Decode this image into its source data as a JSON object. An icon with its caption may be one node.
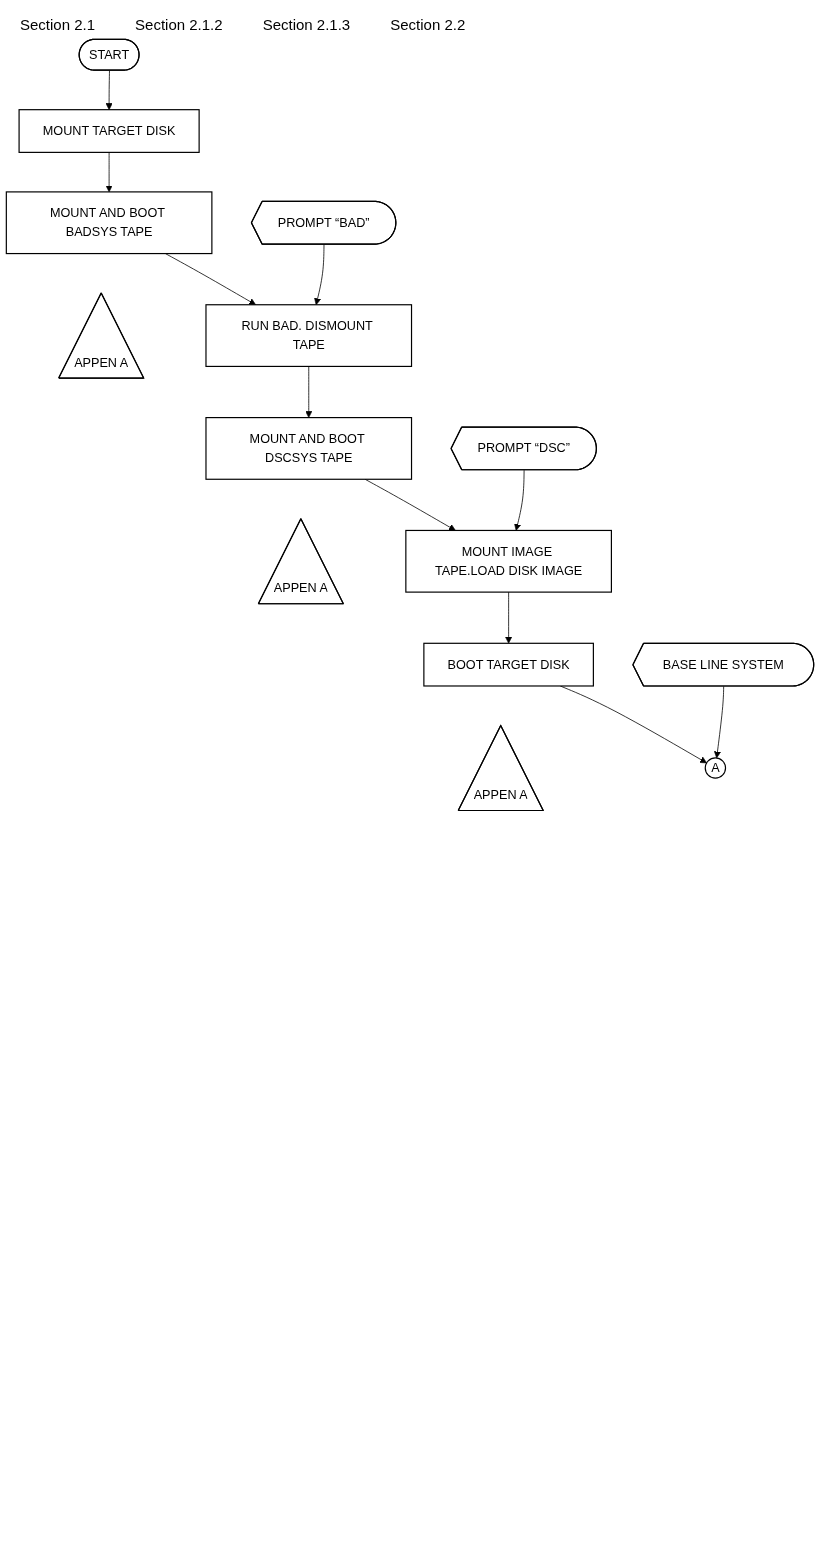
{
  "diagram": {
    "nodes": [
      {
        "text": [
          "START"
        ]
      },
      {
        "text": [
          "MOUNT TARGET DISK"
        ]
      },
      {
        "text": [
          "MOUNT AND BOOT BADSYS TAPE"
        ]
      },
      {
        "text": [
          "APPEN A"
        ]
      },
      {
        "text": [
          "PROMPT “BAD”"
        ]
      },
      {
        "text": [
          "RUN BAD. DISMOUNT TAPE"
        ]
      },
      {
        "text": [
          "MOUNT AND BOOT DSCSYS TAPE"
        ]
      },
      {
        "text": [
          "APPEN A"
        ]
      },
      {
        "text": [
          "PROMPT “DSC”"
        ]
      },
      {
        "text": [
          "MOUNT IMAGE TAPE.LOAD DISK IMAGE"
        ]
      },
      {
        "text": [
          "BOOT TARGET DISK"
        ]
      },
      {
        "text": [
          "APPEN A"
        ]
      },
      {
        "text": [
          "BASE LINE SYSTEM"
        ]
      },
      {
        "text": [
          "A"
        ]
      }
    ],
    "edges": [
      {
        "from": 0,
        "to": 1,
        "arrow": "to"
      },
      {
        "from": 1,
        "to": 2,
        "arrow": "to"
      },
      {
        "from": 2,
        "to": 5,
        "arrow": "to"
      },
      {
        "from": 4,
        "to": 5,
        "arrow": "to"
      },
      {
        "from": 5,
        "to": 6,
        "arrow": "to"
      },
      {
        "from": 6,
        "to": 9,
        "arrow": "to"
      },
      {
        "from": 8,
        "to": 9,
        "arrow": "to"
      },
      {
        "from": 9,
        "to": 10,
        "arrow": "to"
      },
      {
        "from": 10,
        "to": 13,
        "arrow": "to"
      },
      {
        "from": 12,
        "to": 13,
        "arrow": "to"
      }
    ],
    "labels": [
      "Section 2.1",
      "Section 2.1.2",
      "Section 2.1.3",
      "Section 2.2"
    ]
  }
}
